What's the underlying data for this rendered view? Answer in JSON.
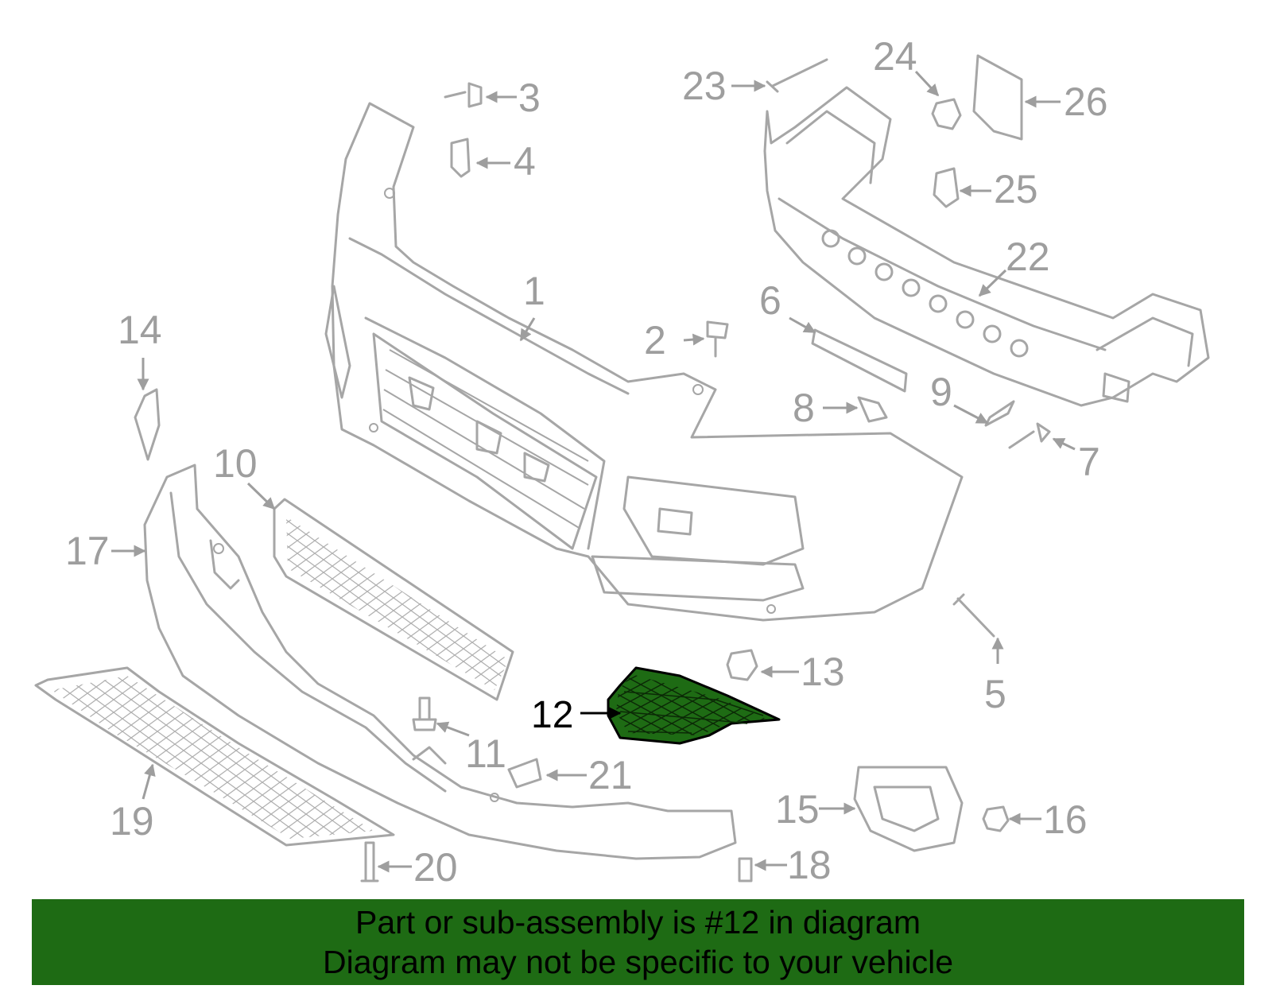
{
  "diagram": {
    "callouts": [
      "1",
      "2",
      "3",
      "4",
      "5",
      "6",
      "7",
      "8",
      "9",
      "10",
      "11",
      "12",
      "13",
      "14",
      "15",
      "16",
      "17",
      "18",
      "19",
      "20",
      "21",
      "22",
      "23",
      "24",
      "25",
      "26"
    ],
    "highlighted_callout": "12",
    "highlight_color": "#1e6b14",
    "line_color": "#a6a6a6"
  },
  "caption": {
    "line1": "Part or sub-assembly is #12 in diagram",
    "line2": "Diagram may not be specific to your vehicle"
  }
}
